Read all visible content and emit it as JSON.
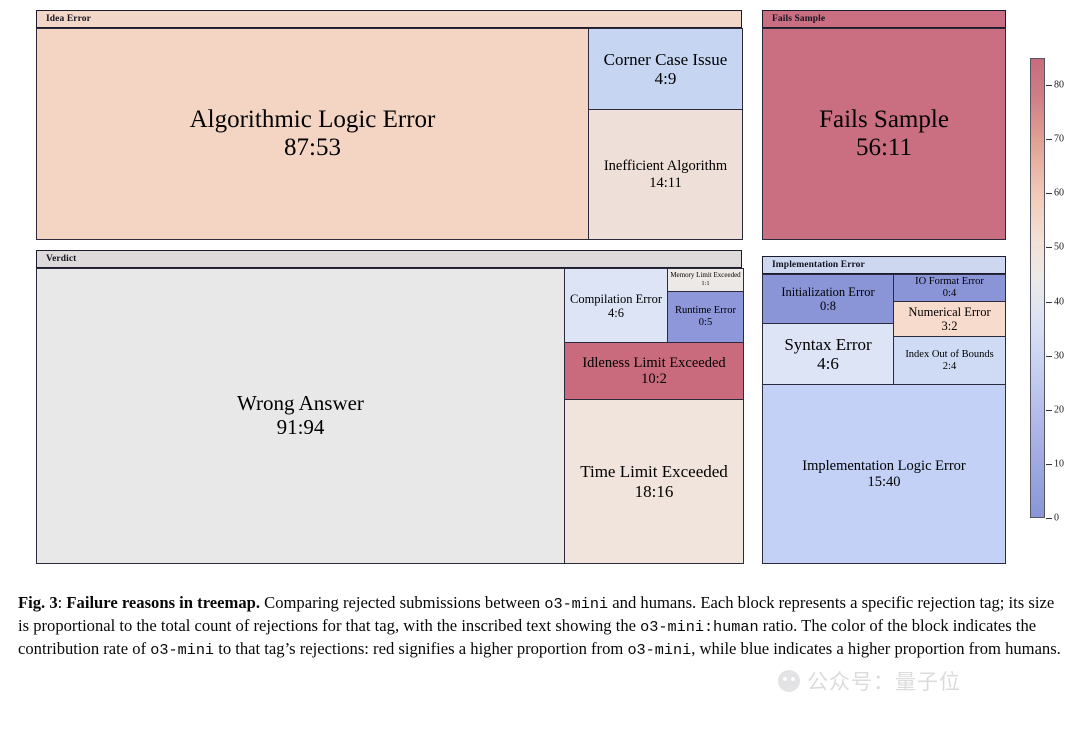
{
  "figure": {
    "number": "Fig. 3",
    "title": "Failure reasons in treemap."
  },
  "chart_data": {
    "type": "treemap",
    "title": "Failure reasons in treemap",
    "value_label": "contribution rate of o3-mini (%)",
    "inscribed_text_format": "o3-mini:human",
    "colorbar": {
      "ticks": [
        0,
        10,
        20,
        30,
        40,
        50,
        60,
        70,
        80
      ],
      "range": [
        0,
        85
      ],
      "low_color": "#8a95d8",
      "mid_color": "#ebeae8",
      "high_color": "#c96b7d",
      "low_meaning": "higher proportion from humans",
      "high_meaning": "higher proportion from o3-mini"
    },
    "groups": [
      {
        "name": "Idea Error",
        "header": "Idea Error",
        "header_color": "#f2d7c8",
        "tiles": [
          {
            "label": "Algorithmic Logic Error",
            "ratio": "87:53",
            "o3_mini": 87,
            "human": 53,
            "total": 140,
            "rate": 62.1,
            "color": "#f4d5c4"
          },
          {
            "label": "Corner Case Issue",
            "ratio": "4:9",
            "o3_mini": 4,
            "human": 9,
            "total": 13,
            "rate": 30.8,
            "color": "#c6d6f2"
          },
          {
            "label": "Inefficient Algorithm",
            "ratio": "14:11",
            "o3_mini": 14,
            "human": 11,
            "total": 25,
            "rate": 56.0,
            "color": "#eee0d8"
          }
        ]
      },
      {
        "name": "Fails Sample",
        "header": "Fails Sample",
        "header_color": "#ca6f81",
        "tiles": [
          {
            "label": "Fails Sample",
            "ratio": "56:11",
            "o3_mini": 56,
            "human": 11,
            "total": 67,
            "rate": 83.6,
            "color": "#ca6f81"
          }
        ]
      },
      {
        "name": "Verdict",
        "header": "Verdict",
        "header_color": "#dedadc",
        "tiles": [
          {
            "label": "Wrong Answer",
            "ratio": "91:94",
            "o3_mini": 91,
            "human": 94,
            "total": 185,
            "rate": 49.2,
            "color": "#e8e8e9"
          },
          {
            "label": "Compilation Error",
            "ratio": "4:6",
            "o3_mini": 4,
            "human": 6,
            "total": 10,
            "rate": 40.0,
            "color": "#dde4f6"
          },
          {
            "label": "Memory Limit Exceeded",
            "ratio": "1:1",
            "o3_mini": 1,
            "human": 1,
            "total": 2,
            "rate": 50.0,
            "color": "#ece9e6"
          },
          {
            "label": "Runtime Error",
            "ratio": "0:5",
            "o3_mini": 0,
            "human": 5,
            "total": 5,
            "rate": 0.0,
            "color": "#8d97d9"
          },
          {
            "label": "Idleness Limit Exceeded",
            "ratio": "10:2",
            "o3_mini": 10,
            "human": 2,
            "total": 12,
            "rate": 83.3,
            "color": "#c96b7d"
          },
          {
            "label": "Time Limit Exceeded",
            "ratio": "18:16",
            "o3_mini": 18,
            "human": 16,
            "total": 34,
            "rate": 52.9,
            "color": "#f0e4dc"
          }
        ]
      },
      {
        "name": "Implementation Error",
        "header": "Implementation Error",
        "header_color": "#cdd8f0",
        "tiles": [
          {
            "label": "Initialization Error",
            "ratio": "0:8",
            "o3_mini": 0,
            "human": 8,
            "total": 8,
            "rate": 0.0,
            "color": "#8a95d8"
          },
          {
            "label": "IO Format Error",
            "ratio": "0:4",
            "o3_mini": 0,
            "human": 4,
            "total": 4,
            "rate": 0.0,
            "color": "#8a95d8"
          },
          {
            "label": "Numerical Error",
            "ratio": "3:2",
            "o3_mini": 3,
            "human": 2,
            "total": 5,
            "rate": 60.0,
            "color": "#f7dbcc"
          },
          {
            "label": "Syntax Error",
            "ratio": "4:6",
            "o3_mini": 4,
            "human": 6,
            "total": 10,
            "rate": 40.0,
            "color": "#dde4f6"
          },
          {
            "label": "Index Out of Bounds",
            "ratio": "2:4",
            "o3_mini": 2,
            "human": 4,
            "total": 6,
            "rate": 33.3,
            "color": "#cfdaf4"
          },
          {
            "label": "Implementation Logic Error",
            "ratio": "15:40",
            "o3_mini": 15,
            "human": 40,
            "total": 55,
            "rate": 27.3,
            "color": "#c3d1f6"
          }
        ]
      }
    ]
  },
  "caption": {
    "fig_number": "Fig. 3",
    "colon": ": ",
    "bold_title": "Failure reasons in treemap.",
    "seg1": " Comparing rejected submissions between ",
    "mono1": "o3-mini",
    "seg2": " and humans. Each block represents a specific rejection tag; its size is proportional to the total count of rejections for that tag, with the inscribed text showing the ",
    "mono2": "o3-mini:human",
    "seg3": " ratio. The color of the block indicates the contribution rate of ",
    "mono3": "o3-mini",
    "seg4": " to that tag’s rejections: red signifies a higher proportion from ",
    "mono4": "o3-mini",
    "seg5": ", while blue indicates a higher proportion from humans."
  },
  "watermark": {
    "text": "公众号：量子位"
  }
}
